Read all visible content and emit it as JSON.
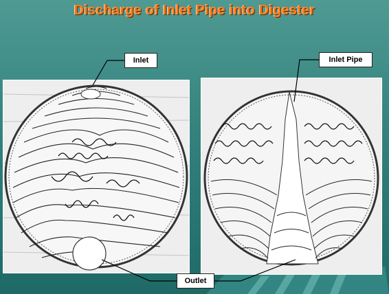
{
  "slide": {
    "title": "Discharge of Inlet Pipe into Digester",
    "labels": {
      "inlet": "Inlet",
      "inlet_pipe": "Inlet Pipe",
      "outlet": "Outlet"
    },
    "colors": {
      "background": "#2f7d78",
      "title": "#ff7a1a",
      "label_box": "#ffffff"
    }
  }
}
